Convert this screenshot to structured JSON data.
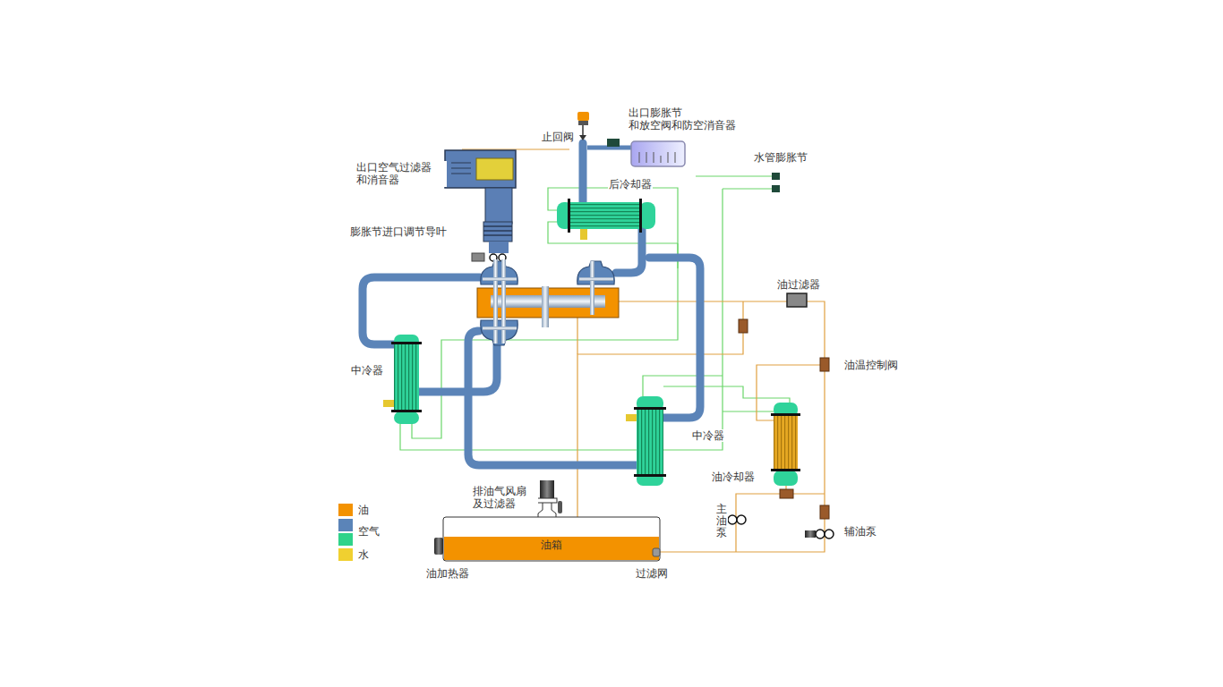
{
  "diagram": {
    "nodes": [
      {
        "text": [
          "油箱"
        ]
      }
    ],
    "labels": [
      "止回阀",
      "出口膨胀节 和放空阀和防空消音器",
      "水管膨胀节",
      "出口空气过滤器 和消音器",
      "后冷却器",
      "膨胀节进口调节导叶",
      "油过滤器",
      "中冷器",
      "油温控制阀",
      "中冷器",
      "油冷却器",
      "排油气风扇 及过滤器",
      "主油泵",
      "辅油泵",
      "油加热器",
      "过滤网"
    ],
    "legend": [
      {
        "text": "油",
        "color": "#f39200"
      },
      {
        "text": "空气",
        "color": "#5b84b8"
      },
      {
        "text": "水",
        "color": "#f0d030"
      }
    ]
  }
}
